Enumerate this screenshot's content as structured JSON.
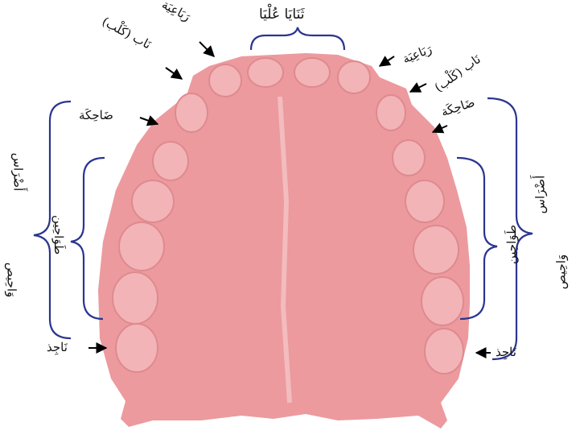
{
  "labels": {
    "upper_incisors": "ثَنَايَا عُلْيَا",
    "lateral_incisor": "رَبَاعِيَة",
    "canine": "نَاب (كَلْب)",
    "premolar": "ضَاحِكَة",
    "molar_wisdom": "نَاجِذ",
    "molars_group": "أَضْرَاس",
    "grinders": "طَوَاحِين",
    "molars_plural": "وَاحِيص"
  },
  "colors": {
    "palate": "#ec9a9e",
    "palate_light": "#f4c0c2",
    "bracket": "#2a3590",
    "arrow": "#000000"
  }
}
